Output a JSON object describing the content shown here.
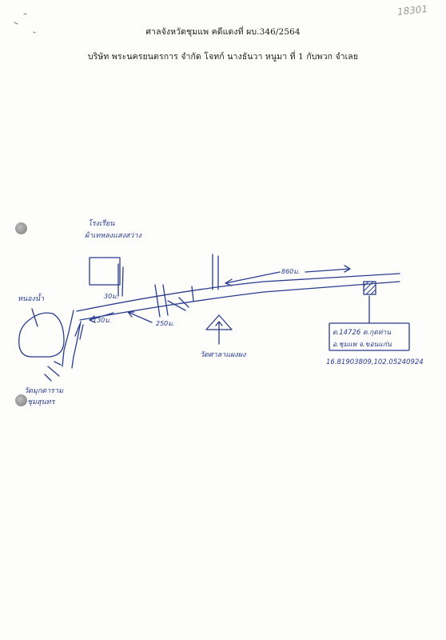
{
  "page_number": "18301",
  "header": {
    "court_line": "ศาลจังหวัดชุมแพ คดีแดงที่ ผบ.346/2564",
    "case_line": "บริษัท พระนครยนตรการ จำกัด โจทก์ นางธันวา หนูมา ที่ 1 กับพวก จำเลย"
  },
  "sketch": {
    "school_label_line1": "โรงเรียน",
    "school_label_line2": "ผ้าเทหลงแสงสว่าง",
    "pond_label": "หนองน้ำ",
    "temple_label_line1": "วัดมุกดาราม",
    "temple_label_line2": "ชุมสุนทร",
    "distance_30m": "30ม.",
    "distance_130m": "130ม.",
    "distance_250m": "250ม.",
    "distance_860m": "860ม.",
    "shrine_label": "วัดศาลาแผงผง",
    "address_line1": "ต.14726 ต.กุดท่าน",
    "address_line2": "อ.ชุมแพ จ.ขอนแก่น",
    "coordinates": "16.81903809,102.05240924"
  },
  "colors": {
    "ink": "#2a3c8e",
    "type": "#1a1a1a",
    "paper": "#fdfdfc"
  }
}
